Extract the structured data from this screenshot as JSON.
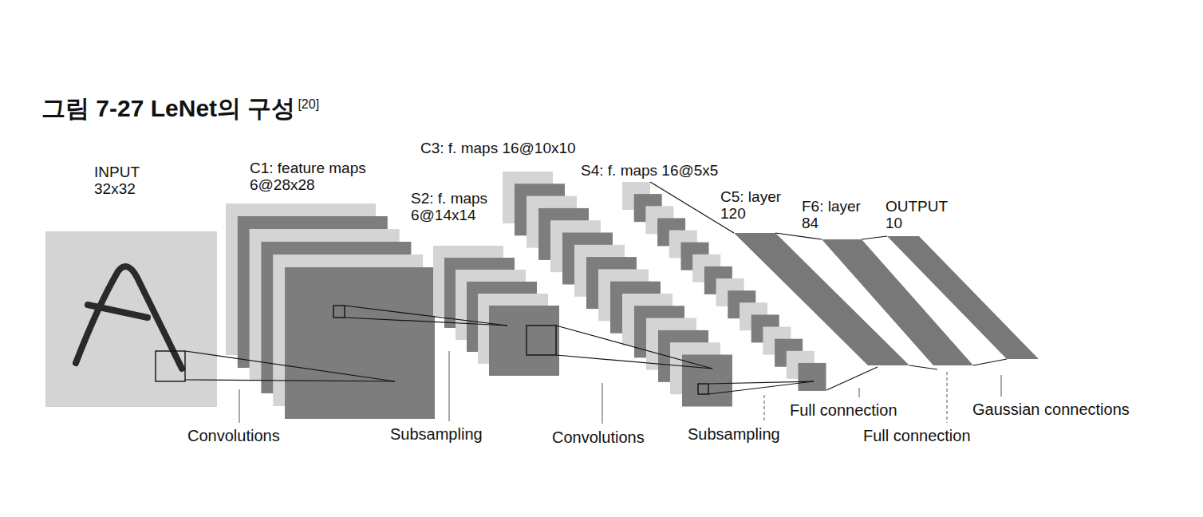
{
  "diagram": {
    "title": "그림 7-27 LeNet의 구성",
    "nodes": [
      {
        "text": [
          "INPUT 32x32"
        ]
      },
      {
        "text": [
          "C1: feature maps 6@28x28"
        ]
      },
      {
        "text": [
          "S2: f. maps 6@14x14"
        ]
      },
      {
        "text": [
          "C3: f. maps 16@10x10"
        ]
      },
      {
        "text": [
          "S4: f. maps 16@5x5"
        ]
      },
      {
        "text": [
          "C5: layer 120"
        ]
      },
      {
        "text": [
          "F6: layer 84"
        ]
      },
      {
        "text": [
          "OUTPUT 10"
        ]
      }
    ],
    "edges": [
      {
        "from": 0,
        "to": 1,
        "arrow": "none"
      },
      {
        "from": 1,
        "to": 2,
        "arrow": "none"
      },
      {
        "from": 2,
        "to": 3,
        "arrow": "none"
      },
      {
        "from": 3,
        "to": 4,
        "arrow": "none"
      },
      {
        "from": 4,
        "to": 5,
        "arrow": "none"
      },
      {
        "from": 5,
        "to": 6,
        "arrow": "none"
      },
      {
        "from": 6,
        "to": 7,
        "arrow": "none"
      }
    ],
    "labels": [
      "[20]",
      "Convolutions",
      "Subsampling",
      "Convolutions",
      "Subsampling",
      "Full connection",
      "Full connection",
      "Gaussian connections"
    ]
  }
}
